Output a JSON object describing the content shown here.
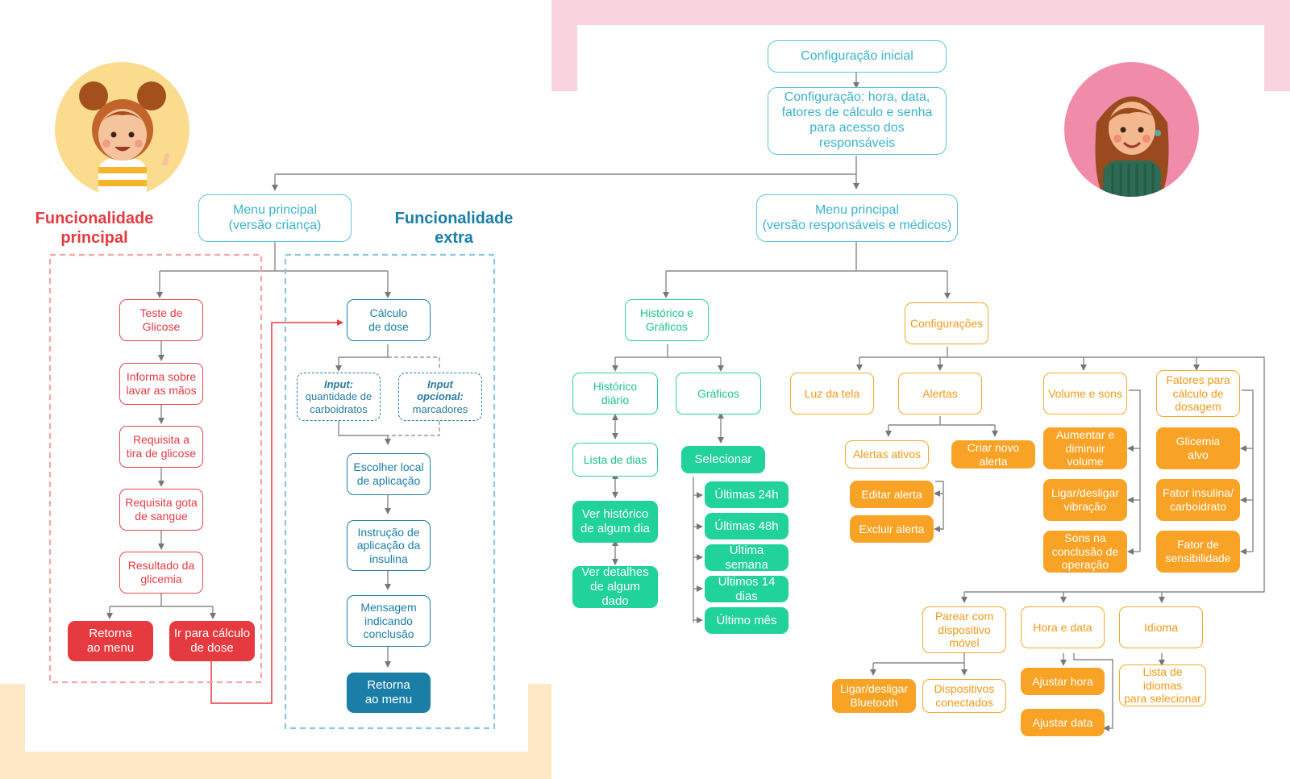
{
  "headings": {
    "main_functionality": "Funcionalidade\nprincipal",
    "extra_functionality": "Funcionalidade\nextra"
  },
  "colors": {
    "cyan": "#5bc6dd",
    "red": "#e53a40",
    "blue": "#1a7ea7",
    "green": "#21d29b",
    "orange": "#f8a325",
    "pink_band": "#f9d3de",
    "yellow_band": "#fde9c6"
  },
  "avatars": {
    "child": "child-avatar",
    "caregiver": "caregiver-avatar"
  },
  "setup": {
    "initial": "Configuração inicial",
    "details": "Configuração: hora, data,\nfatores de cálculo e senha\npara acesso dos responsáveis"
  },
  "child_menu": "Menu principal\n(versão criança)",
  "adult_menu": "Menu principal\n(versão responsáveis e médicos)",
  "main_flow": {
    "test": "Teste de\nGlicose",
    "wash": "Informa sobre\nlavar as mãos",
    "strip": "Requisita a\ntira de glicose",
    "drop": "Requisita gota\nde sangue",
    "result": "Resultado da\nglicemia",
    "back": "Retorna\nao menu",
    "go_dose": "Ir para cálculo\nde dose"
  },
  "extra_flow": {
    "dose": "Cálculo\nde dose",
    "input_label": "Input:",
    "input_text": "quantidade de\ncarboidratos",
    "optional_label": "Input\nopcional:",
    "optional_text": "marcadores",
    "site": "Escolher local\nde aplicação",
    "instruction": "Instrução de\naplicação da\ninsulina",
    "message": "Mensagem\nindicando\nconclusão",
    "back": "Retorna\nao menu"
  },
  "history": {
    "title": "Histórico e\nGráficos",
    "daily": "Histórico\ndiário",
    "charts": "Gráficos",
    "days": "Lista de dias",
    "select": "Selecionar",
    "view_day": "Ver histórico\nde algum dia",
    "view_data": "Ver detalhes\nde algum dado",
    "periods": [
      "Últimas 24h",
      "Últimas 48h",
      "Última semana",
      "Últimos 14 dias",
      "Último mês"
    ]
  },
  "settings": {
    "title": "Configurações",
    "screen": "Luz da tela",
    "alerts": "Alertas",
    "active_alerts": "Alertas ativos",
    "new_alert": "Criar novo alerta",
    "edit_alert": "Editar alerta",
    "delete_alert": "Excluir alerta",
    "volume": "Volume e sons",
    "vol_up": "Aumentar e\ndiminuir volume",
    "vibration": "Ligar/desligar\nvibração",
    "sounds": "Sons na\nconclusão de\noperação",
    "factors": "Fatores para\ncálculo de\ndosagem",
    "target": "Glicemia\nalvo",
    "ratio": "Fator insulina/\ncarboidrato",
    "sensitivity": "Fator de\nsensibilidade",
    "pair": "Parear com\ndispositivo\nmóvel",
    "bluetooth": "Ligar/desligar\nBluetooth",
    "connected": "Dispositivos\nconectados",
    "datetime": "Hora e data",
    "set_time": "Ajustar hora",
    "set_date": "Ajustar data",
    "language": "Idioma",
    "language_list": "Lista de idiomas\npara selecionar"
  }
}
